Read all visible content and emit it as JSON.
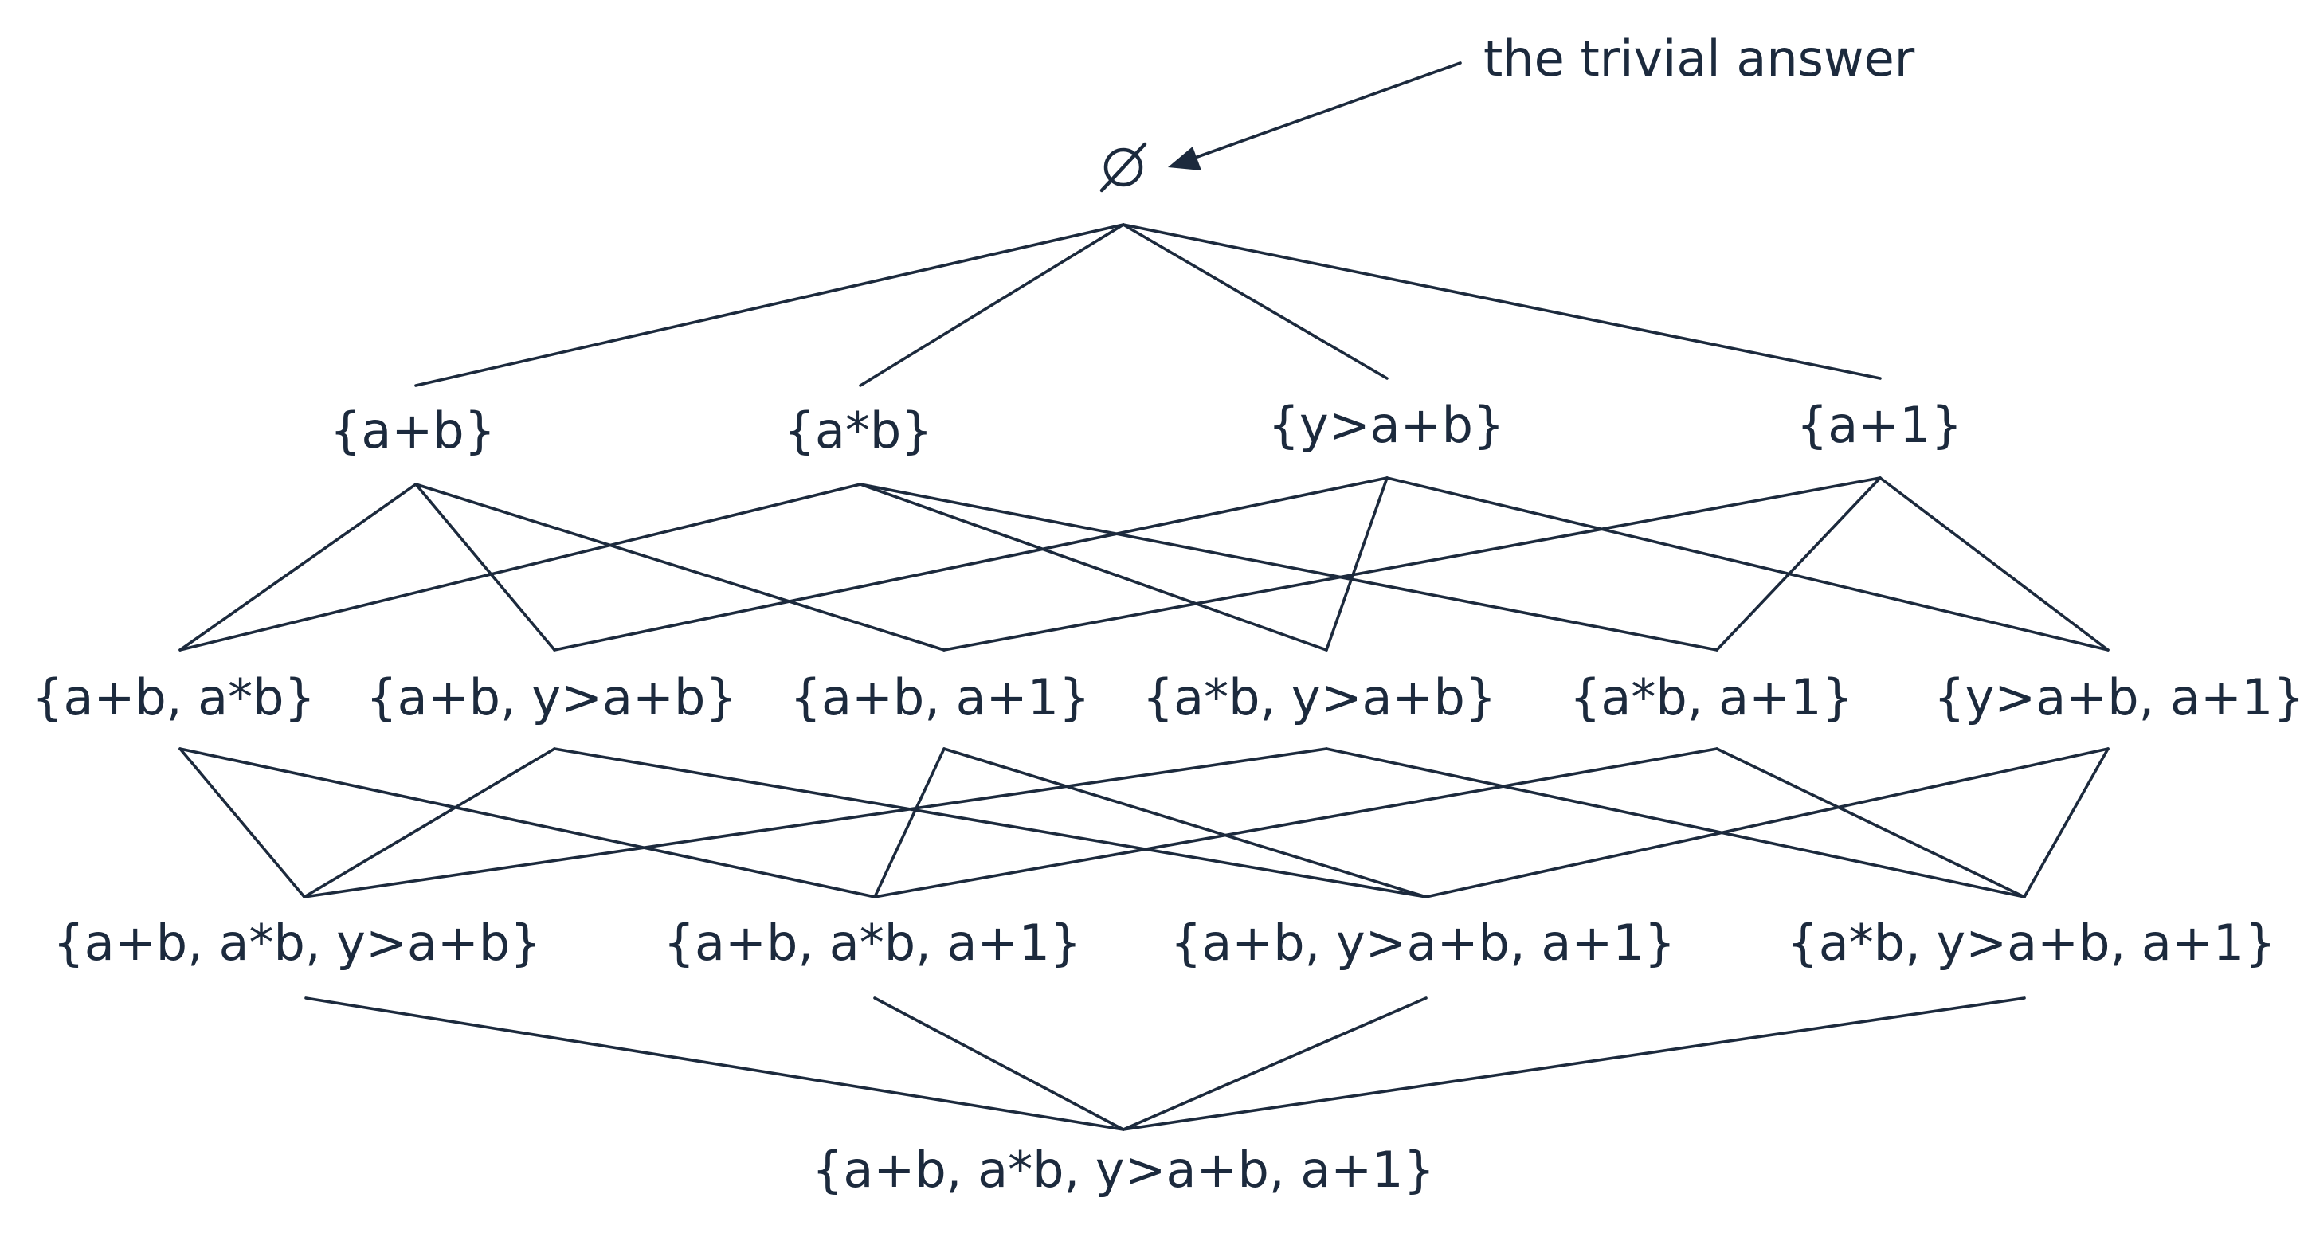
{
  "diagram": {
    "type": "subset-lattice",
    "annotation": "the trivial answer",
    "colors": {
      "ink": "#1c2a3d",
      "background": "#ffffff"
    },
    "levels": [
      [
        {
          "id": "n0",
          "label": "",
          "icon": "empty-set-icon"
        }
      ],
      [
        {
          "id": "n1a",
          "label": "{a+b}"
        },
        {
          "id": "n1b",
          "label": "{a*b}"
        },
        {
          "id": "n1c",
          "label": "{y>a+b}"
        },
        {
          "id": "n1d",
          "label": "{a+1}"
        }
      ],
      [
        {
          "id": "n2ab",
          "label": "{a+b, a*b}"
        },
        {
          "id": "n2ac",
          "label": "{a+b, y>a+b}"
        },
        {
          "id": "n2ad",
          "label": "{a+b, a+1}"
        },
        {
          "id": "n2bc",
          "label": "{a*b, y>a+b}"
        },
        {
          "id": "n2bd",
          "label": "{a*b, a+1}"
        },
        {
          "id": "n2cd",
          "label": "{y>a+b, a+1}"
        }
      ],
      [
        {
          "id": "n3abc",
          "label": "{a+b, a*b, y>a+b}"
        },
        {
          "id": "n3abd",
          "label": "{a+b, a*b, a+1}"
        },
        {
          "id": "n3acd",
          "label": "{a+b, y>a+b, a+1}"
        },
        {
          "id": "n3bcd",
          "label": "{a*b, y>a+b, a+1}"
        }
      ],
      [
        {
          "id": "n4",
          "label": "{a+b, a*b, y>a+b, a+1}"
        }
      ]
    ],
    "edges": [
      [
        "n0",
        "n1a"
      ],
      [
        "n0",
        "n1b"
      ],
      [
        "n0",
        "n1c"
      ],
      [
        "n0",
        "n1d"
      ],
      [
        "n1a",
        "n2ab"
      ],
      [
        "n1a",
        "n2ac"
      ],
      [
        "n1a",
        "n2ad"
      ],
      [
        "n1b",
        "n2ab"
      ],
      [
        "n1b",
        "n2bc"
      ],
      [
        "n1b",
        "n2bd"
      ],
      [
        "n1c",
        "n2ac"
      ],
      [
        "n1c",
        "n2bc"
      ],
      [
        "n1c",
        "n2cd"
      ],
      [
        "n1d",
        "n2ad"
      ],
      [
        "n1d",
        "n2bd"
      ],
      [
        "n1d",
        "n2cd"
      ],
      [
        "n2ab",
        "n3abc"
      ],
      [
        "n2ab",
        "n3abd"
      ],
      [
        "n2ac",
        "n3abc"
      ],
      [
        "n2ac",
        "n3acd"
      ],
      [
        "n2ad",
        "n3abd"
      ],
      [
        "n2ad",
        "n3acd"
      ],
      [
        "n2bc",
        "n3abc"
      ],
      [
        "n2bc",
        "n3bcd"
      ],
      [
        "n2bd",
        "n3abd"
      ],
      [
        "n2bd",
        "n3bcd"
      ],
      [
        "n2cd",
        "n3acd"
      ],
      [
        "n2cd",
        "n3bcd"
      ],
      [
        "n3abc",
        "n4"
      ],
      [
        "n3abd",
        "n4"
      ],
      [
        "n3acd",
        "n4"
      ],
      [
        "n3bcd",
        "n4"
      ]
    ]
  }
}
